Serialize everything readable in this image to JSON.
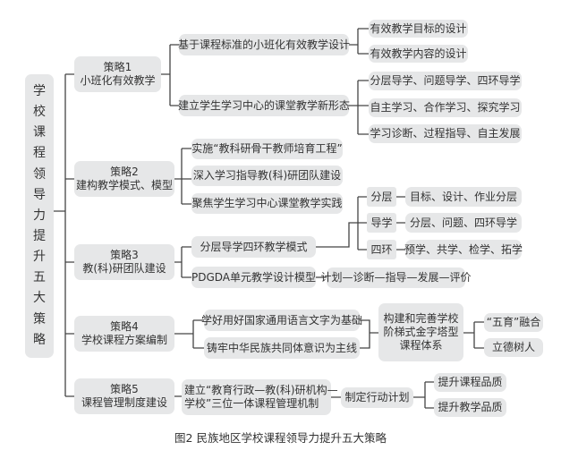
{
  "root": {
    "chars": [
      "学",
      "校",
      "课",
      "程",
      "领",
      "导",
      "力",
      "提",
      "升",
      "五",
      "大",
      "策",
      "略"
    ]
  },
  "strategies": [
    {
      "title": "策略1",
      "subtitle": "小班化有效教学"
    },
    {
      "title": "策略2",
      "subtitle": "建构教学模式、模型"
    },
    {
      "title": "策略3",
      "subtitle": "教(科)研团队建设"
    },
    {
      "title": "策略4",
      "subtitle": "学校课程方案编制"
    },
    {
      "title": "策略5",
      "subtitle": "课程管理制度建设"
    }
  ],
  "s1": {
    "a": "基于课程标准的小班化有效教学设计",
    "a_items": [
      "有效教学目标的设计",
      "有效教学内容的设计"
    ],
    "b": "建立学生学习中心的课堂教学新形态",
    "b_items": [
      "分层导学、问题导学、四环导学",
      "自主学习、合作学习、探究学习",
      "学习诊断、过程指导、自主发展"
    ]
  },
  "s2": {
    "items": [
      "实施“教科研骨干教师培育工程”",
      "深入学习指导教(科)研团队建设",
      "聚焦学生学习中心课堂教学实践"
    ],
    "modes": [
      {
        "label": "分层",
        "detail": "目标、设计、作业分层"
      },
      {
        "label": "导学",
        "detail": "分层、问题、四环导学"
      },
      {
        "label": "四环",
        "detail": "预学、共学、检学、拓学"
      }
    ]
  },
  "s3": {
    "a": "分层导学四环教学模式",
    "b": "PDGDA单元教学设计模型",
    "chain": "计划—诊断—指导—发展—评价"
  },
  "s4": {
    "items": [
      "学好用好国家通用语言文字为基础",
      "铸牢中华民族共同体意识为主线"
    ],
    "center": [
      "构建和完善学校",
      "阶梯式金字塔型",
      "课程体系"
    ],
    "outcomes": [
      "“五育”融合",
      "立德树人"
    ]
  },
  "s5": {
    "a": [
      "建立“教育行政—教(科)研机构—",
      "学校”三位一体课程管理机制"
    ],
    "plan": "制定行动计划",
    "outcomes": [
      "提升课程品质",
      "提升教学品质"
    ]
  },
  "caption": "图2  民族地区学校课程领导力提升五大策略"
}
